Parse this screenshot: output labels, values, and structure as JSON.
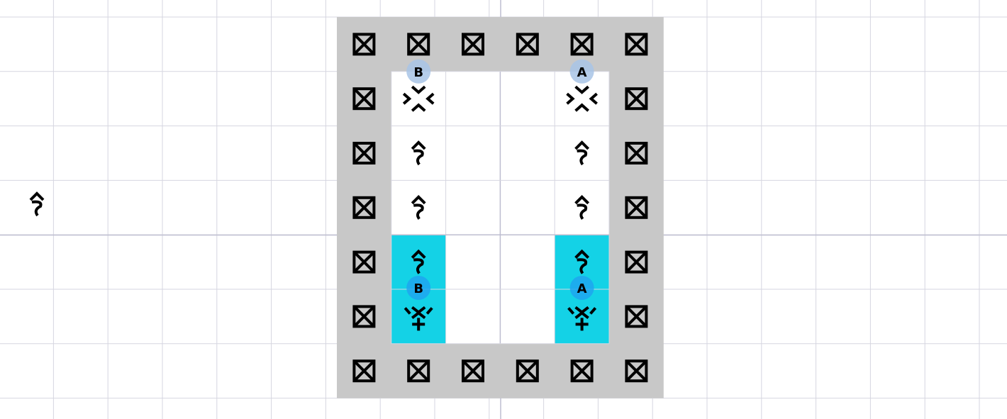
{
  "board": {
    "columns": 6,
    "rows": 7,
    "colors": {
      "background": "#ffffff",
      "grid": "#d6d6e0",
      "wall": "#c8c8c8",
      "floor": "#ffffff",
      "highlight": "#14d2e6",
      "badge_light": "#a8c4e6",
      "badge_active": "#1ea6ee",
      "ghost": "#c8c8c8"
    }
  },
  "tiles": {
    "wall": "box-cross-icon",
    "origin": "collapse-arrows-icon",
    "path": "squiggle-up-arrow-icon",
    "goal": "collapse-plus-icon"
  },
  "palette": {
    "ghost_piece": "squiggle-up-arrow-icon"
  },
  "pieces": [
    {
      "id": "left",
      "label": "B",
      "head_row": 1,
      "col": 1,
      "highlighted_rows": [
        4,
        5
      ]
    },
    {
      "id": "right",
      "label": "A",
      "head_row": 1,
      "col": 4,
      "highlighted_rows": [
        4,
        5
      ]
    }
  ]
}
